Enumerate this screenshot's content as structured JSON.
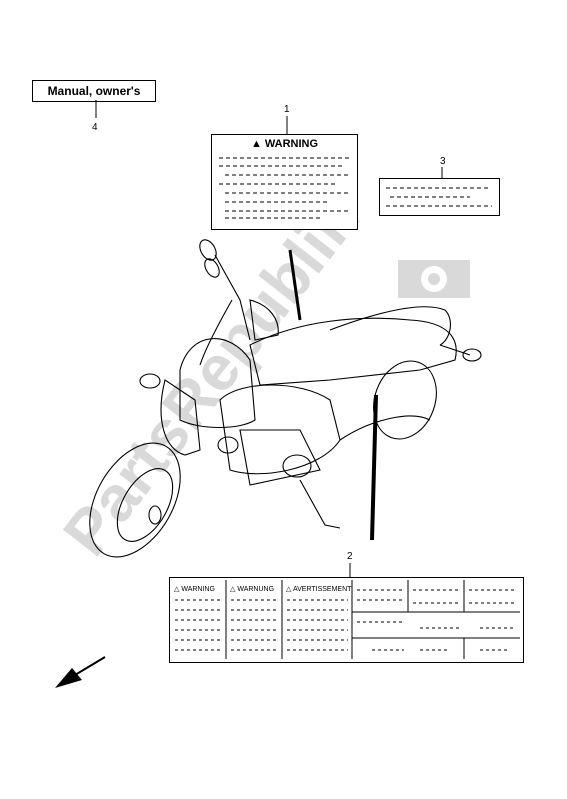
{
  "manual": {
    "label": "Manual, owner's",
    "callout": "4"
  },
  "label1": {
    "callout": "1",
    "title": "WARNING"
  },
  "label3": {
    "callout": "3"
  },
  "label2": {
    "callout": "2",
    "headers": [
      "WARNING",
      "WARNUNG",
      "AVERTISSEMENT"
    ]
  },
  "watermark": {
    "text": "PartsRepublik"
  },
  "colors": {
    "line": "#000000",
    "watermark": "#d9d9d9"
  },
  "icons": {
    "warning": "triangle-warning-icon",
    "arrow": "direction-arrow-icon",
    "gear": "gear-logo-icon"
  }
}
